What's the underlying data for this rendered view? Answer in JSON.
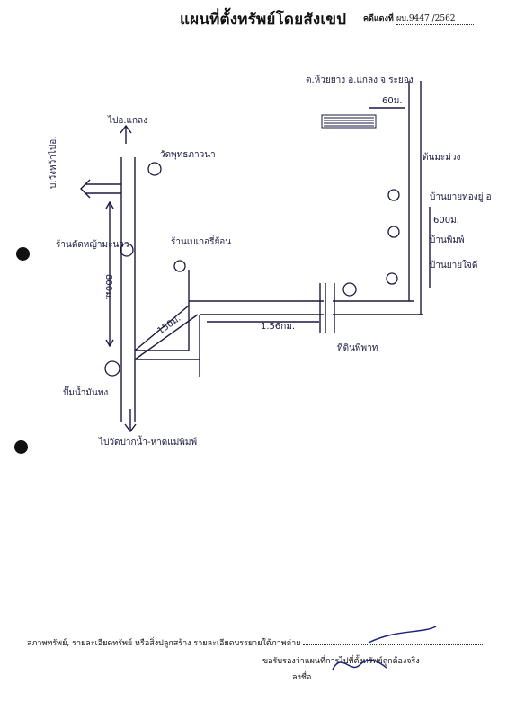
{
  "header": {
    "title": "แผนที่ตั้งทรัพย์โดยสังเขป",
    "case_no_label": "คดีแดงที่",
    "case_no_value": "ผบ.9447 /2562"
  },
  "map": {
    "labels": {
      "to_nakhon": "ไปอ.แกลง",
      "to_hua_yai": "บ.วังหว้าไปอ.",
      "to_saphan": "ไปวัดปากน้ำ-หาดแม่พิมพ์",
      "wat": "วัดพุทธภาวนา",
      "noodle_shop": "ร้านตัดหญ้ามะนาว",
      "house": "ร้านเบเกอรี่ย้อน",
      "gas_station": "ปั๊มน้ำมันพง",
      "dist_800": "800ม.",
      "dist_150": "150ม.",
      "dist_1560": "1.56กม.",
      "subject_land": "ที่ดินพิพาท",
      "village_header": "ต.ห้วยยาง อ.แกลง จ.ระยอง",
      "dist_60": "60ม.",
      "tree": "ต้นมะม่วง",
      "school": "บ้านยายทองยู่ อ",
      "dist_600": "600ม.",
      "house2": "บ้านพิมพ์",
      "shrine": "บ้านยายใจดี"
    }
  },
  "footer": {
    "property_line": "สภาพทรัพย์, รายละเอียดทรัพย์ หรือสิ่งปลูกสร้าง รายละเอียดบรรยายใต้ภาพถ่าย",
    "certify": "ขอรับรองว่าแผนที่การไปที่ตั้งทรัพย์ถูกต้องจริง",
    "sign_label": "ลงชื่อ"
  }
}
